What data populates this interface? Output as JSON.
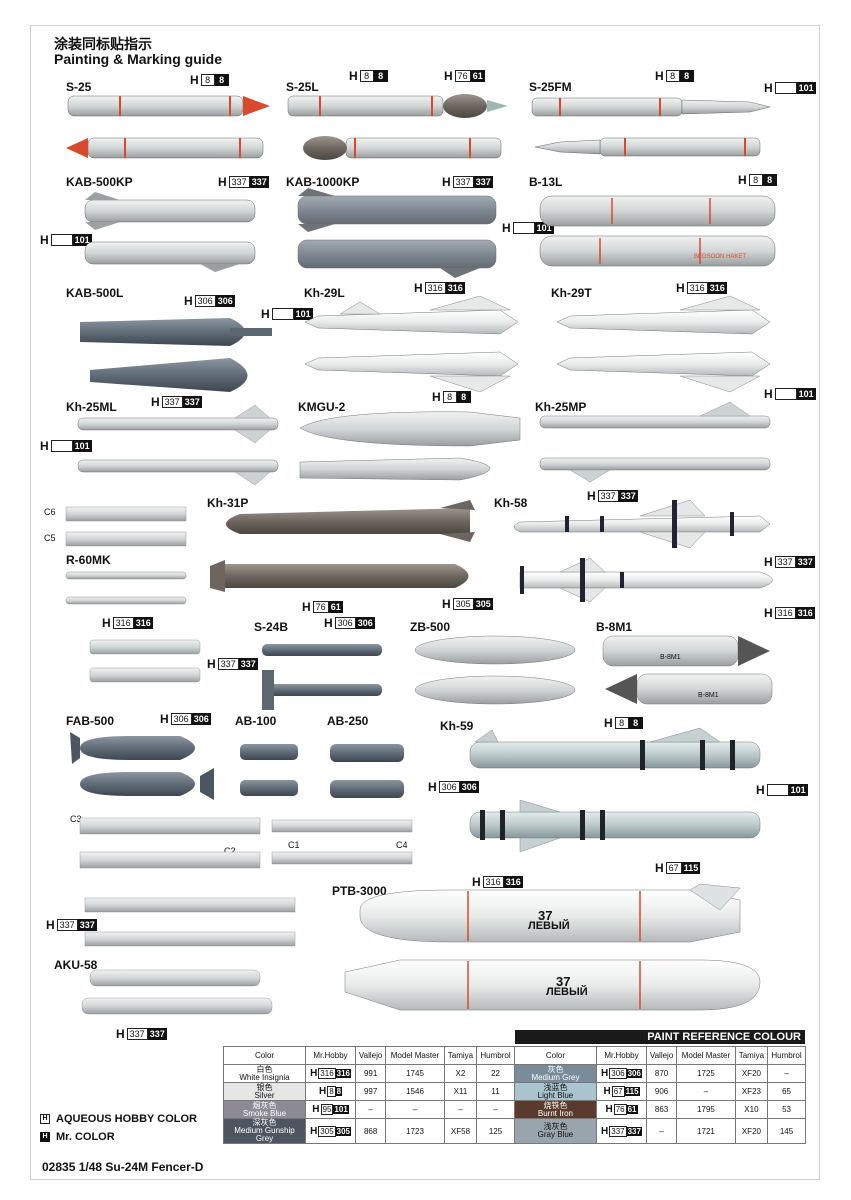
{
  "header": {
    "title_cn": "涂装同标贴指示",
    "title_en": "Painting & Marking guide"
  },
  "labels": {
    "s25": "S-25",
    "s25l": "S-25L",
    "s25fm": "S-25FM",
    "kab500kp": "KAB-500KP",
    "kab1000kp": "KAB-1000KP",
    "b13l": "B-13L",
    "kab500l": "KAB-500L",
    "kh29l": "Kh-29L",
    "kh29t": "Kh-29T",
    "kh25ml": "Kh-25ML",
    "kmgu2": "KMGU-2",
    "kh25mp": "Kh-25MP",
    "kh31p": "Kh-31P",
    "kh58": "Kh-58",
    "r60mk": "R-60MK",
    "s24b": "S-24B",
    "zb500": "ZB-500",
    "b8m1": "B-8M1",
    "fab500": "FAB-500",
    "ab100": "AB-100",
    "ab250": "AB-250",
    "kh59": "Kh-59",
    "ptb3000": "PTB-3000",
    "aku58": "AKU-58",
    "c1": "C1",
    "c2": "C2",
    "c3": "C3",
    "c4": "C4",
    "c5": "C5",
    "c6": "C6"
  },
  "callouts": {
    "h": "H",
    "c8": "8",
    "c61": "61",
    "c76": "76",
    "c101": "101",
    "c337": "337",
    "c306": "306",
    "c316": "316",
    "c305": "305",
    "c115": "115",
    "c67": "67"
  },
  "decals": {
    "ptb_num": "37",
    "ptb_text": "ЛЕВЫЙ",
    "b8m1": "B-8M1",
    "b13l": "BEGSOON HAKET"
  },
  "table": {
    "header": "PAINT REFERENCE COLOUR",
    "columns": [
      "Color",
      "Mr.Hobby",
      "Vallejo",
      "Model Master",
      "Tamiya",
      "Humbrol",
      "Color",
      "Mr.Hobby",
      "Vallejo",
      "Model Master",
      "Tamiya",
      "Humbrol"
    ],
    "rows": [
      {
        "cn": "白色",
        "en": "White Insignia",
        "aq": "316",
        "mr": "316",
        "vallejo": "991",
        "mm": "1745",
        "tamiya": "X2",
        "humbrol": "22",
        "cn2": "灰色",
        "en2": "Medium Grey",
        "aq2": "306",
        "mr2": "306",
        "vallejo2": "870",
        "mm2": "1725",
        "tamiya2": "XF20",
        "humbrol2": "–"
      },
      {
        "cn": "银色",
        "en": "Silver",
        "aq": "8",
        "mr": "8",
        "vallejo": "997",
        "mm": "1546",
        "tamiya": "X11",
        "humbrol": "11",
        "cn2": "浅蓝色",
        "en2": "Light Blue",
        "aq2": "67",
        "mr2": "115",
        "vallejo2": "906",
        "mm2": "–",
        "tamiya2": "XF23",
        "humbrol2": "65"
      },
      {
        "cn": "烟灰色",
        "en": "Smoke Blue",
        "aq": "95",
        "mr": "101",
        "vallejo": "–",
        "mm": "–",
        "tamiya": "–",
        "humbrol": "–",
        "cn2": "烧铁色",
        "en2": "Burnt Iron",
        "aq2": "76",
        "mr2": "61",
        "vallejo2": "863",
        "mm2": "1795",
        "tamiya2": "X10",
        "humbrol2": "53"
      },
      {
        "cn": "深灰色",
        "en": "Medium Gunship Grey",
        "aq": "305",
        "mr": "305",
        "vallejo": "868",
        "mm": "1723",
        "tamiya": "XF58",
        "humbrol": "125",
        "cn2": "浅灰色",
        "en2": "Gray Blue",
        "aq2": "337",
        "mr2": "337",
        "vallejo2": "–",
        "mm2": "1721",
        "tamiya2": "XF20",
        "humbrol2": "145"
      }
    ]
  },
  "legend": {
    "aqueous": "AQUEOUS HOBBY COLOR",
    "mr": "Mr. COLOR",
    "aq_mark": "H",
    "mr_mark": "H"
  },
  "footer": "02835 1/48 Su-24M Fencer-D",
  "colors": {
    "grey": "#d6d9d8",
    "mid_grey": "#a7abad",
    "dark_grey": "#5f6a75",
    "blue_grey": "#6d7c8a",
    "red": "#d8492e",
    "black": "#1c1c1c",
    "light": "#eceeed"
  }
}
